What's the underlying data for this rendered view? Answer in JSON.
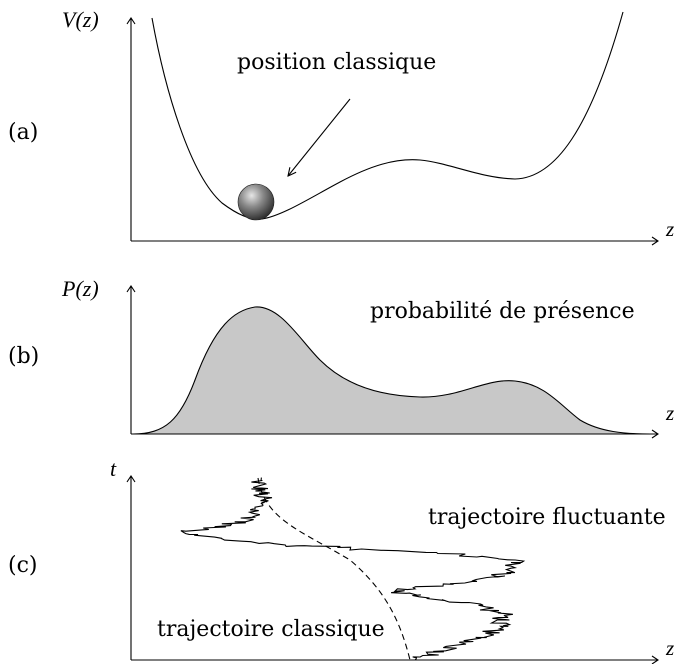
{
  "panels": {
    "a": {
      "tag": "(a)",
      "y_axis": "V(z)",
      "x_axis": "z",
      "annotation": "position classique"
    },
    "b": {
      "tag": "(b)",
      "y_axis": "P(z)",
      "x_axis": "z",
      "annotation": "probabilité de présence",
      "fill_color": "#c8c8c8"
    },
    "c": {
      "tag": "(c)",
      "y_axis": "t",
      "x_axis": "z",
      "fluctuating_label": "trajectoire fluctuante",
      "classical_label": "trajectoire classique"
    }
  }
}
